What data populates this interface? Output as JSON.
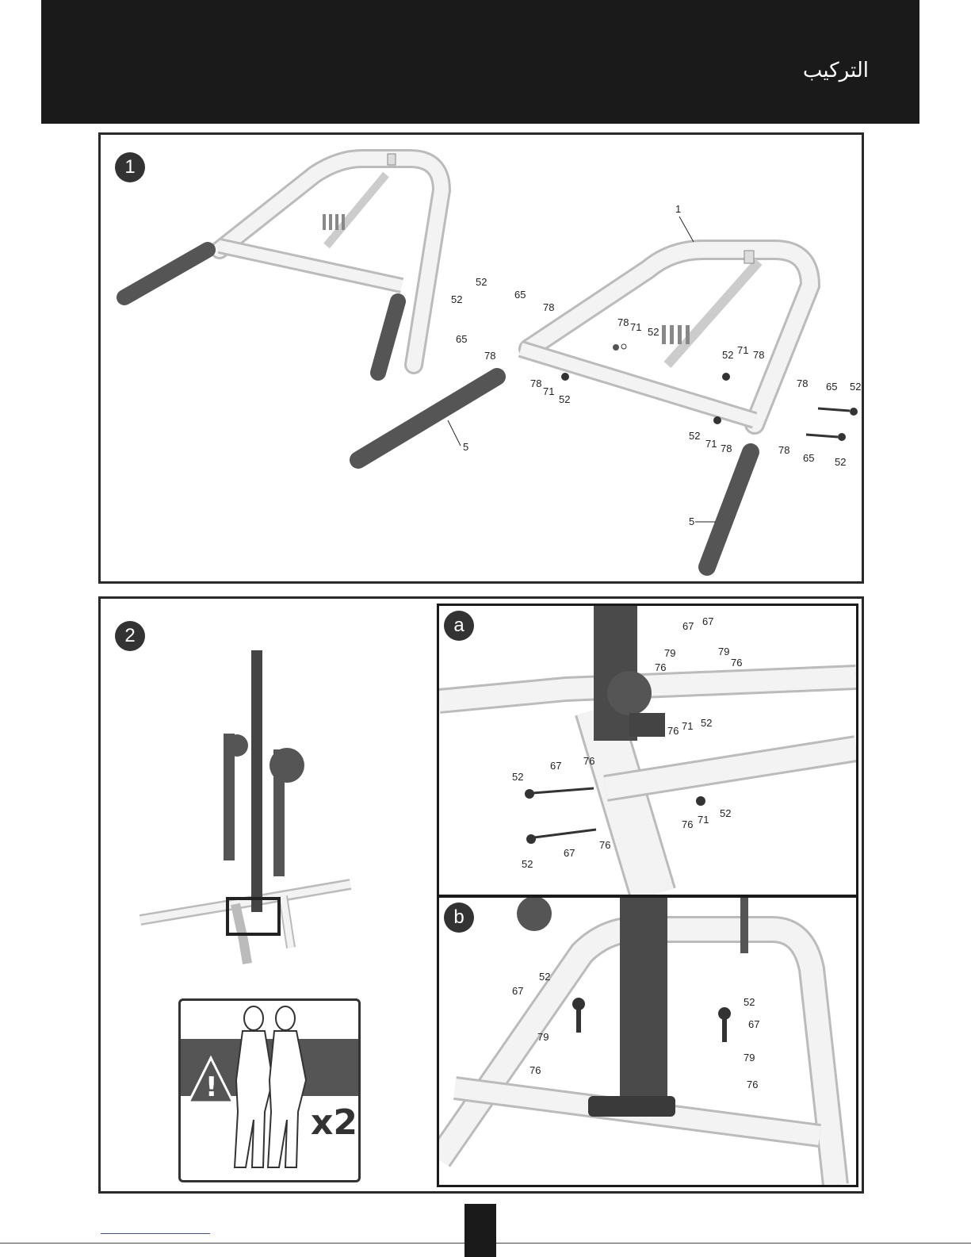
{
  "header": {
    "title": "التركيب"
  },
  "step1": {
    "badge": "1"
  },
  "step2": {
    "badge": "2",
    "detail_a": "a",
    "detail_b": "b",
    "people_count": "x2"
  },
  "colors": {
    "header_bg": "#1a1a1a",
    "tube": "#f0f0f0",
    "dark_part": "#444444"
  }
}
